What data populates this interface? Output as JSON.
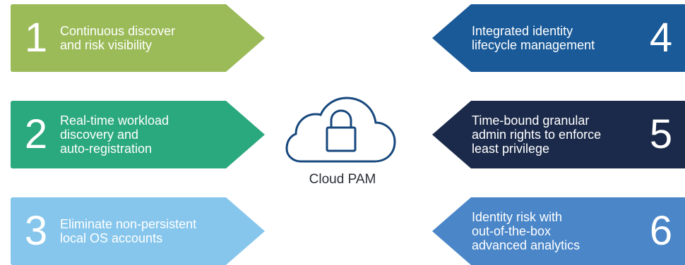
{
  "center": {
    "label": "Cloud PAM",
    "icon": "cloud-lock-icon"
  },
  "items": [
    {
      "number": "1",
      "text": "Continuous discover\nand risk visibility",
      "color": "#9bbb59"
    },
    {
      "number": "2",
      "text": "Real-time workload\ndiscovery and\nauto-registration",
      "color": "#2aa87e"
    },
    {
      "number": "3",
      "text": "Eliminate non-persistent\nlocal OS accounts",
      "color": "#87c6ec"
    },
    {
      "number": "4",
      "text": "Integrated identity\nlifecycle management",
      "color": "#1a5a98"
    },
    {
      "number": "5",
      "text": "Time-bound granular\nadmin rights to enforce\nleast privilege",
      "color": "#1b2a4a"
    },
    {
      "number": "6",
      "text": "Identity risk with\nout-of-the-box\nadvanced analytics",
      "color": "#4a86c8"
    }
  ]
}
